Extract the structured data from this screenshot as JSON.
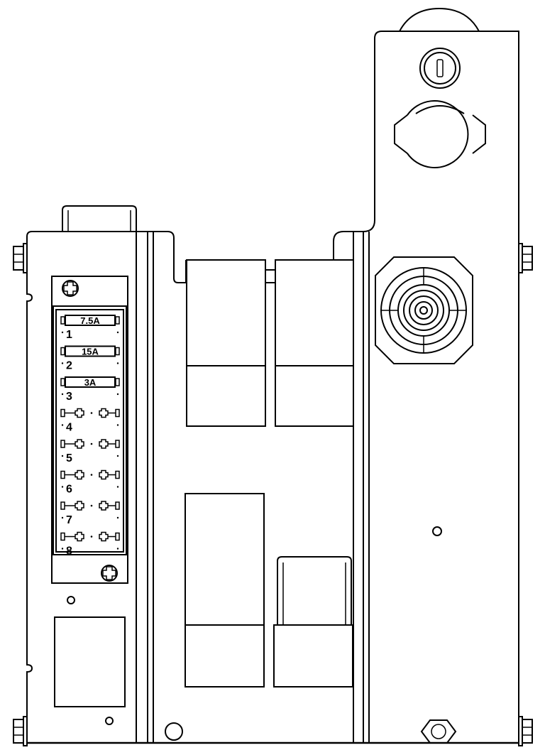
{
  "fuses": [
    {
      "position": "1",
      "rating": "7.5A"
    },
    {
      "position": "2",
      "rating": "15A"
    },
    {
      "position": "3",
      "rating": "3A"
    },
    {
      "position": "4",
      "rating": ""
    },
    {
      "position": "5",
      "rating": ""
    },
    {
      "position": "6",
      "rating": ""
    },
    {
      "position": "7",
      "rating": ""
    },
    {
      "position": "8",
      "rating": ""
    }
  ]
}
